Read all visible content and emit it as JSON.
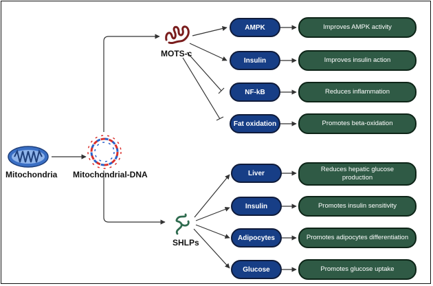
{
  "nodes": {
    "mitochondria": "Mitochondria",
    "mtdna": "Mitochondrial-DNA",
    "mots": "MOTS-c",
    "shlps": "SHLPs"
  },
  "mots_c_targets": [
    {
      "target": "AMPK",
      "effect": "Improves AMPK activity"
    },
    {
      "target": "Insulin",
      "effect": "Improves insulin action"
    },
    {
      "target": "NF-kB",
      "effect": "Reduces inflammation"
    },
    {
      "target": "Fat oxidation",
      "effect": "Promotes beta-oxidation"
    }
  ],
  "shlps_targets": [
    {
      "target": "Liver",
      "effect": "Reduces hepatic glucose production"
    },
    {
      "target": "Insulin",
      "effect": "Promotes insulin sensitivity"
    },
    {
      "target": "Adipocytes",
      "effect": "Promotes adipocytes differentiation"
    },
    {
      "target": "Glucose",
      "effect": "Promotes glucose uptake"
    }
  ],
  "colors": {
    "target_fill": "#173e86",
    "effect_fill": "#2f5a45",
    "mito": "#3a6fc4",
    "dna_red": "#d9302c",
    "dna_blue": "#2a62c9",
    "peptide_mots": "#7a1d1d",
    "peptide_shlp": "#2f6b4f"
  }
}
